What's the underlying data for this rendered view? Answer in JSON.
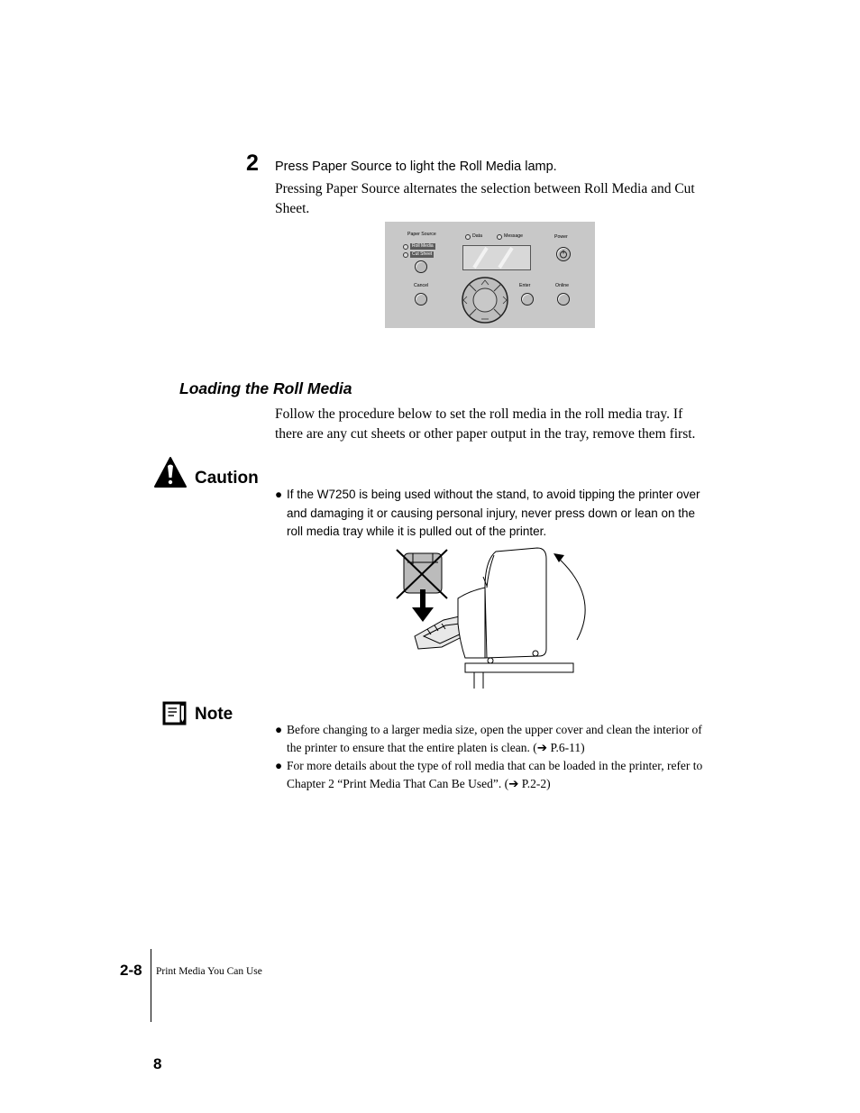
{
  "step": {
    "number": "2",
    "title": "Press Paper Source to light the Roll Media lamp.",
    "body": "Pressing Paper Source alternates the selection between Roll Media and Cut Sheet."
  },
  "panel": {
    "paper_source": "Paper Source",
    "roll_media": "Roll Media",
    "cut_sheet": "Cut Sheet",
    "data": "Data",
    "message": "Message",
    "power": "Power",
    "cancel": "Cancel",
    "enter": "Enter",
    "online": "Online"
  },
  "section": {
    "title": "Loading the Roll Media",
    "body": "Follow the procedure below to set the roll media in the roll media tray. If there are any cut sheets or other paper output in the tray, remove them first."
  },
  "caution": {
    "label": "Caution",
    "items": [
      "If the W7250 is being used without the stand, to avoid tipping the printer over and damaging it or causing personal injury, never press down or lean on the roll media tray while it is pulled out of the printer."
    ]
  },
  "note": {
    "label": "Note",
    "items": [
      "Before changing to a larger media size, open the upper cover and clean the interior of the printer to ensure that the entire platen is clean. (➔ P.6-11)",
      "For more details about the type of roll media that can be loaded in the printer, refer to Chapter 2 “Print Media That Can Be Used”. (➔ P.2-2)"
    ]
  },
  "footer": {
    "chapter_page": "2-8",
    "chapter_title": "Print Media You Can Use",
    "page_number": "8"
  },
  "icons": {
    "caution": "warning-triangle-icon",
    "note": "note-pad-icon",
    "bullet": "●"
  }
}
